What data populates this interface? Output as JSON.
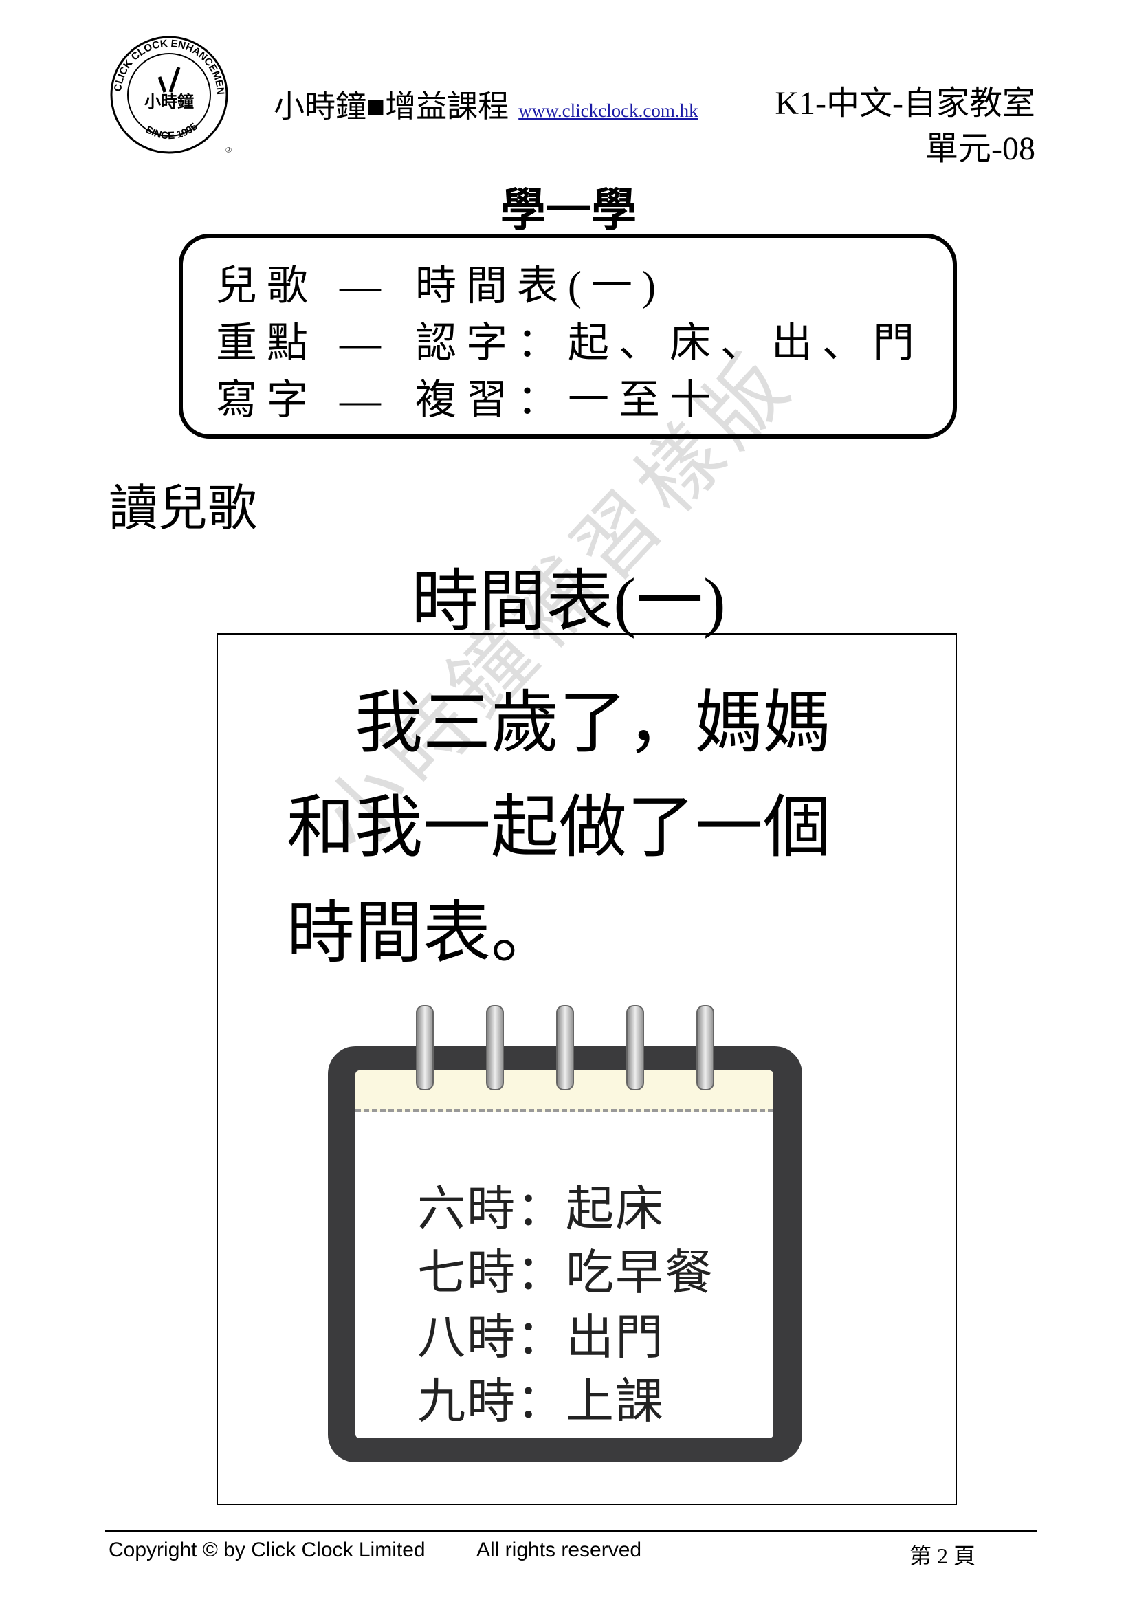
{
  "header": {
    "logo": {
      "ring_text": "CLICK CLOCK ENHANCEMENT",
      "since_text": "SINCE 1995",
      "center_text": "小時鐘",
      "registered": "®"
    },
    "title": "小時鐘■增益課程",
    "website": "www.clickclock.com.hk",
    "course": "K1-中文-自家教室",
    "unit": "單元-08"
  },
  "section_heading": "學一學",
  "topic_box": {
    "rows": [
      {
        "label": "兒歌",
        "dash": "—",
        "value": "時間表(一)"
      },
      {
        "label": "重點",
        "dash": "—",
        "value": "認字：起、床、出、門"
      },
      {
        "label": "寫字",
        "dash": "—",
        "value": "複習：一至十"
      }
    ]
  },
  "read_heading": "讀兒歌",
  "song": {
    "title": "時間表(一)",
    "lines": [
      "　我三歲了，媽媽",
      "和我一起做了一個",
      "時間表。"
    ],
    "schedule": [
      "六時：起床",
      "七時：吃早餐",
      "八時：出門",
      "九時：上課"
    ]
  },
  "watermark": "小時鐘補習樣版",
  "footer": {
    "copyright": "Copyright © by Click Clock Limited",
    "rights": "All rights reserved",
    "page": "第 2 頁"
  }
}
